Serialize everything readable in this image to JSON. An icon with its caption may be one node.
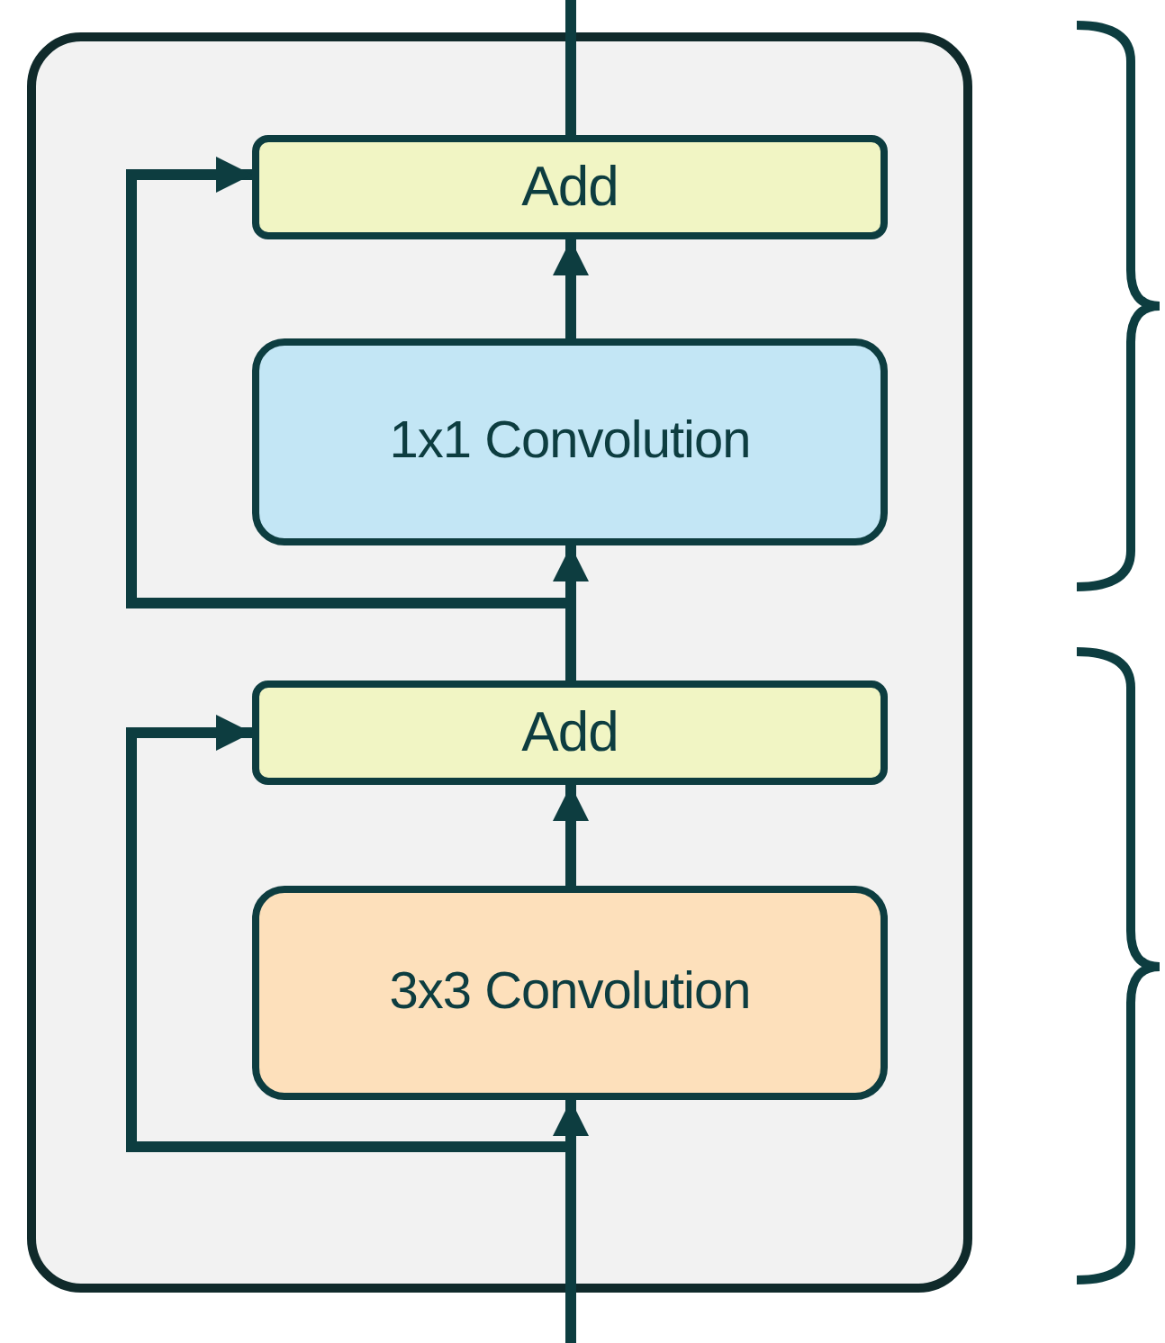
{
  "diagram": {
    "nodes": [
      {
        "text": [],
        "shape": "box"
      },
      {
        "text": [
          "Add"
        ],
        "in": 0
      },
      {
        "text": [
          "1x1 Convolution"
        ],
        "in": 0
      },
      {
        "text": [
          "Add"
        ],
        "in": 0
      },
      {
        "text": [
          "3x3 Convolution"
        ],
        "in": 0
      }
    ],
    "edges": [
      {
        "from": null,
        "to": 4,
        "arrow": "to"
      },
      {
        "from": null,
        "to": 3,
        "arrow": "to"
      },
      {
        "from": 4,
        "to": 3,
        "arrow": "to"
      },
      {
        "from": 3,
        "to": 2,
        "arrow": "to"
      },
      {
        "from": 3,
        "to": 1,
        "arrow": "to"
      },
      {
        "from": 2,
        "to": 1,
        "arrow": "to"
      },
      {
        "from": 1,
        "to": null,
        "arrow": "none"
      }
    ]
  }
}
